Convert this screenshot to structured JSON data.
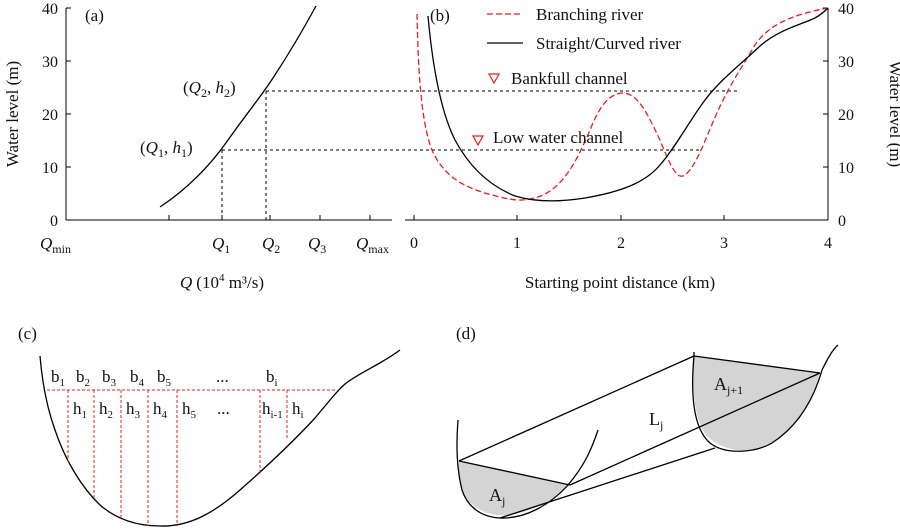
{
  "panel_a": {
    "label": "(a)",
    "ylabel": "Water level (m)",
    "y_ticks": [
      "0",
      "10",
      "20",
      "30",
      "40"
    ],
    "x_ticks": {
      "qmin": {
        "base": "Q",
        "sub": "min"
      },
      "q1": {
        "base": "Q",
        "sub": "1"
      },
      "q2": {
        "base": "Q",
        "sub": "2"
      },
      "q3": {
        "base": "Q",
        "sub": "3"
      },
      "qmax": {
        "base": "Q",
        "sub": "max"
      }
    },
    "xlabel": {
      "q": "Q",
      "unit_pre": "(10",
      "sup": "4",
      "unit_post": " m³/s)"
    },
    "point1": {
      "open": "(",
      "q": "Q",
      "qs": "1",
      "comma": ", ",
      "h": "h",
      "hs": "1",
      "close": ")"
    },
    "point2": {
      "open": "(",
      "q": "Q",
      "qs": "2",
      "comma": ", ",
      "h": "h",
      "hs": "2",
      "close": ")"
    }
  },
  "panel_b": {
    "label": "(b)",
    "ylabel": "Water level (m)",
    "xlabel": "Starting point distance (km)",
    "x_ticks": [
      "0",
      "1",
      "2",
      "3",
      "4"
    ],
    "y_ticks": [
      "0",
      "10",
      "20",
      "30",
      "40"
    ],
    "legend_branching": "Branching river",
    "legend_straight": "Straight/Curved river",
    "bankfull": "Bankfull channel",
    "low_water": "Low water channel",
    "bankfull_color": "#e02020"
  },
  "panel_c": {
    "label": "(c)",
    "b_labels": [
      {
        "base": "b",
        "sub": "1"
      },
      {
        "base": "b",
        "sub": "2"
      },
      {
        "base": "b",
        "sub": "3"
      },
      {
        "base": "b",
        "sub": "4"
      },
      {
        "base": "b",
        "sub": "5"
      },
      {
        "base": "...",
        "sub": ""
      },
      {
        "base": "b",
        "sub": "i"
      }
    ],
    "h_labels": [
      {
        "base": "h",
        "sub": "1"
      },
      {
        "base": "h",
        "sub": "2"
      },
      {
        "base": "h",
        "sub": "3"
      },
      {
        "base": "h",
        "sub": "4"
      },
      {
        "base": "h",
        "sub": "5"
      },
      {
        "base": "...",
        "sub": ""
      },
      {
        "base": "h",
        "sub": "i-1"
      },
      {
        "base": "h",
        "sub": "i"
      }
    ]
  },
  "panel_d": {
    "label": "(d)",
    "aj": {
      "base": "A",
      "sub": "j"
    },
    "aj1": {
      "base": "A",
      "sub": "j+1"
    },
    "lj": {
      "base": "L",
      "sub": "j"
    }
  }
}
